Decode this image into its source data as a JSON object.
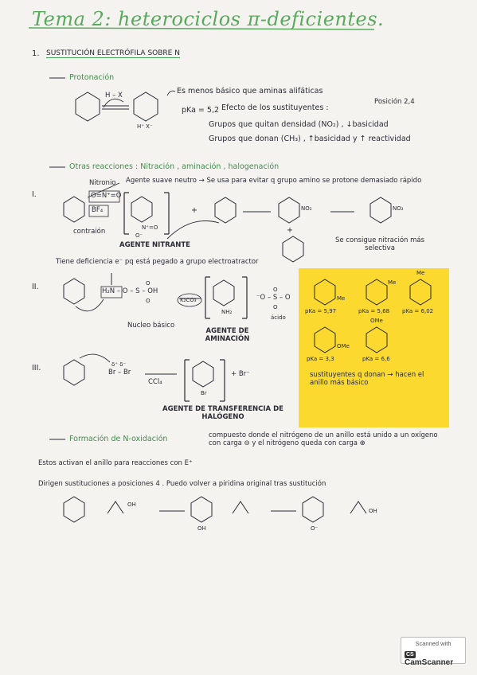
{
  "title": "Tema 2: heterociclos π-deficientes.",
  "section1": {
    "number": "1.",
    "heading": "SUSTITUCIÓN ELECTRÓFILA SOBRE N",
    "protonation": {
      "label": "Protonación",
      "reagent": "H – X",
      "product_label": "H⁺ X⁻",
      "note1": "Es menos básico que aminas alifáticas",
      "pka": "pKa = 5,2",
      "note2": "Efecto de los sustituyentes :",
      "position": "Posición 2,4",
      "bullet1": "Grupos que quitan densidad (NO₂) , ↓basicidad",
      "bullet2": "Grupos que donan (CH₃) , ↑basicidad y ↑ reactividad"
    },
    "other": {
      "label": "Otras reacciones : Nitración , aminación , halogenación",
      "r1": {
        "num": "I.",
        "reagent_top": "Nitronio",
        "reagent_formula": "O=N⁺=O",
        "counterion_formula": "BF₄",
        "counterion_label": "contraión",
        "agent": "AGENTE NITRANTE",
        "note": "Agente suave neutro → Se usa para evitar q grupo amino se protone demasiado rápido",
        "product_sub": "NO₂",
        "nitro": "N⁺=O",
        "nitro_o": "O⁻",
        "plus": "+",
        "result": "Se consigue nitración más selectiva",
        "deficiency": "Tiene deficiencia e⁻ pq está pegado a grupo electroatractor"
      },
      "r2": {
        "num": "II.",
        "reagent": "H₂N – O – S – OH",
        "reagent_o_top": "O",
        "reagent_o_bottom": "O",
        "base": "K₂CO₃",
        "nh2": "NH₂",
        "byproduct": "⁻O – S – O",
        "byproduct_top": "O",
        "byproduct_bottom": "O",
        "acid": "ácido",
        "nucleo": "Nucleo básico",
        "agent": "AGENTE DE AMINACIÓN"
      },
      "r3": {
        "num": "III.",
        "reagent": "Br – Br",
        "charges": "δ⁺   δ⁻",
        "solvent": "CCl₄",
        "br_label": "Br",
        "plus_br": "+ Br⁻",
        "agent": "AGENTE DE TRANSFERENCIA DE HALÓGENO"
      }
    },
    "sticky": {
      "pka1": "pKa = 5,97",
      "pka2": "pKa = 5,68",
      "pka3": "pKa = 6,02",
      "pka4": "pKa = 3,3",
      "pka5": "pKa = 6,6",
      "me": "Me",
      "ome": "OMe",
      "note": "sustituyentes q donan → hacen el anillo más básico"
    },
    "oxidation": {
      "label": "Formación de N-oxidación",
      "desc": "compuesto donde el nitrógeno de un anillo está unido a un oxígeno con carga ⊖ y el nitrógeno queda con carga ⊕",
      "bullet1": "Estos activan el anillo para reacciones con E⁺",
      "bullet2": "Dirigen sustituciones a posiciones 4 . Puedo volver a piridina original tras sustitución",
      "oh": "OH",
      "o_minus": "O⁻"
    }
  },
  "scanner": {
    "line1": "Scanned with",
    "line2": "CamScanner",
    "logo": "CS"
  }
}
